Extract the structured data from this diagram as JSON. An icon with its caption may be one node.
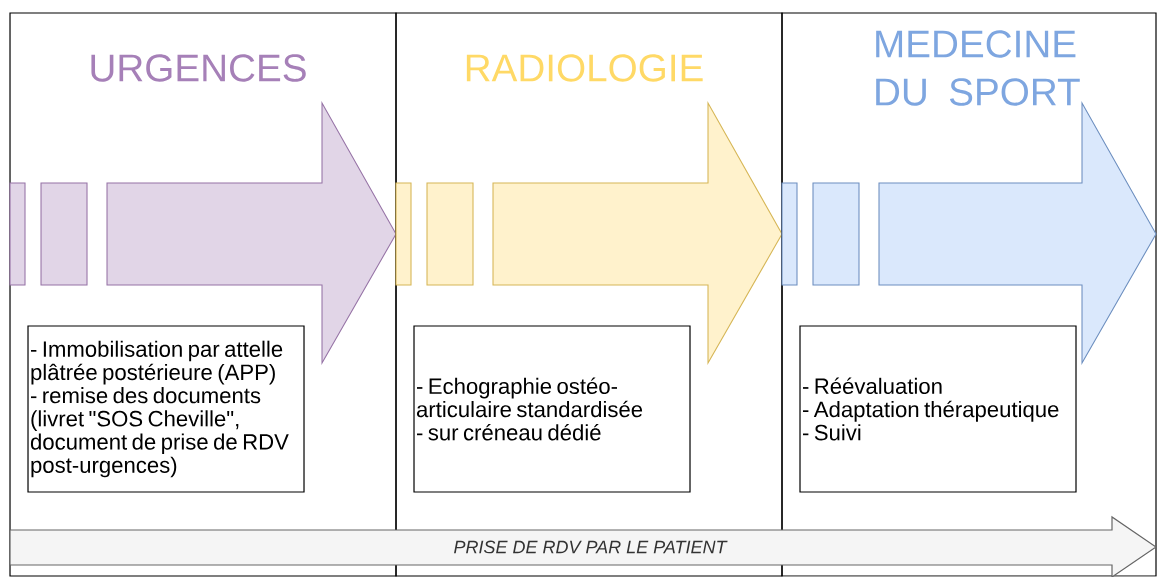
{
  "diagram": {
    "nodes": [
      {
        "text": [
          "URGENCES"
        ]
      },
      {
        "text": [],
        "shape": "arrow",
        "in": 0
      },
      {
        "text": [
          "- Immobilisation par attelle plâtrée postérieure (APP)",
          "- remise des documents (livret \"SOS Cheville\", document de prise de RDV post-urgences)"
        ],
        "in": 0
      },
      {
        "text": [
          "RADIOLOGIE"
        ]
      },
      {
        "text": [],
        "shape": "arrow",
        "in": 3
      },
      {
        "text": [
          "- Echographie ostéo-articulaire standardisée",
          "- sur créneau dédié"
        ],
        "in": 3
      },
      {
        "text": [
          "MEDECINE DU SPORT"
        ]
      },
      {
        "text": [],
        "shape": "arrow",
        "in": 6
      },
      {
        "text": [
          "- Réévaluation",
          "- Adaptation thérapeutique",
          "- Suivi"
        ],
        "in": 6
      },
      {
        "text": [
          "PRISE DE RDV PAR LE PATIENT"
        ]
      }
    ]
  }
}
